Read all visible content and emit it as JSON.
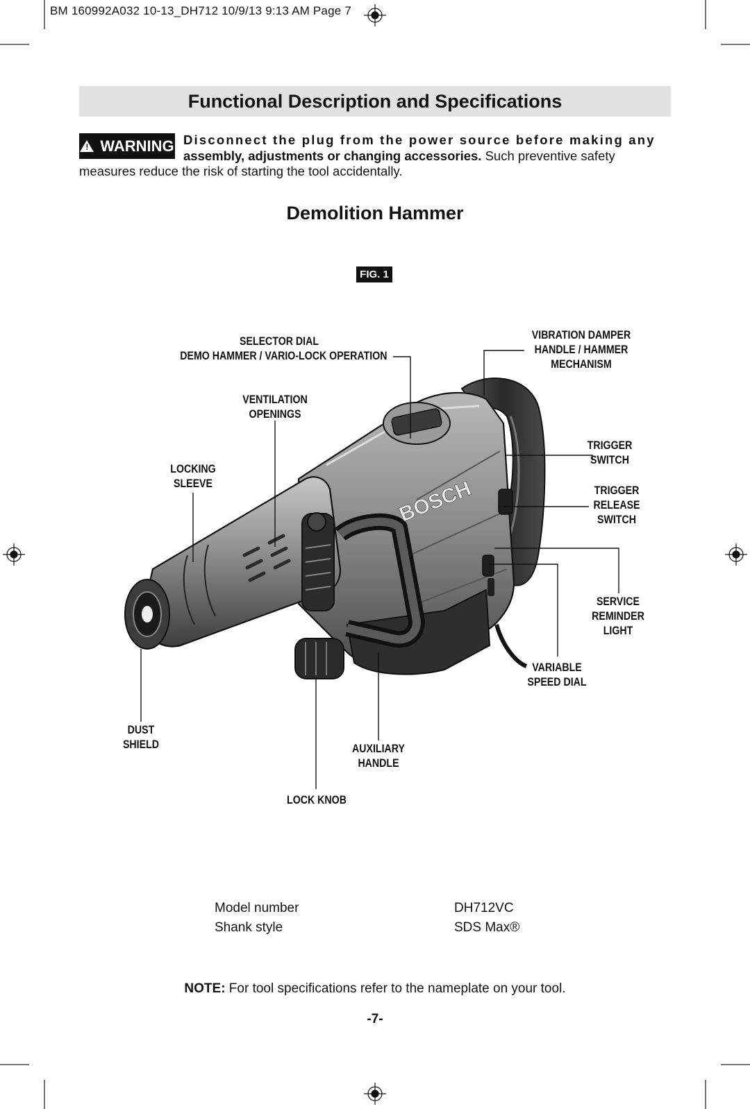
{
  "slug": "BM 160992A032 10-13_DH712  10/9/13  9:13 AM  Page 7",
  "title": "Functional Description and Specifications",
  "warning": {
    "badge": "WARNING",
    "bold_line1": "Disconnect the plug from the power source before making any",
    "bold_line2": "assembly, adjustments or changing accessories.",
    "normal_tail": " Such preventive safety",
    "continuation": "measures reduce the risk of starting the tool accidentally."
  },
  "subtitle": "Demolition Hammer",
  "figure": {
    "label": "FIG. 1",
    "callouts": {
      "selector_dial": [
        "SELECTOR DIAL",
        "DEMO HAMMER / VARIO-LOCK OPERATION"
      ],
      "vibration_damper": [
        "VIBRATION DAMPER",
        "HANDLE / HAMMER",
        "MECHANISM"
      ],
      "ventilation": [
        "VENTILATION",
        "OPENINGS"
      ],
      "locking_sleeve": [
        "LOCKING",
        "SLEEVE"
      ],
      "trigger_switch": [
        "TRIGGER",
        "SWITCH"
      ],
      "trigger_release": [
        "TRIGGER",
        "RELEASE",
        "SWITCH"
      ],
      "service_light": [
        "SERVICE",
        "REMINDER",
        "LIGHT"
      ],
      "variable_speed": [
        "VARIABLE",
        "SPEED DIAL"
      ],
      "dust_shield": [
        "DUST",
        "SHIELD"
      ],
      "auxiliary_handle": [
        "AUXILIARY",
        "HANDLE"
      ],
      "lock_knob": [
        "LOCK KNOB"
      ]
    },
    "brand_text": "BOSCH"
  },
  "specs": [
    {
      "key": "Model number",
      "value": "DH712VC"
    },
    {
      "key": "Shank style",
      "value": "SDS Max®"
    }
  ],
  "note": {
    "label": "NOTE:",
    "text": " For tool specifications refer to the nameplate on your tool."
  },
  "page_number": "-7-"
}
